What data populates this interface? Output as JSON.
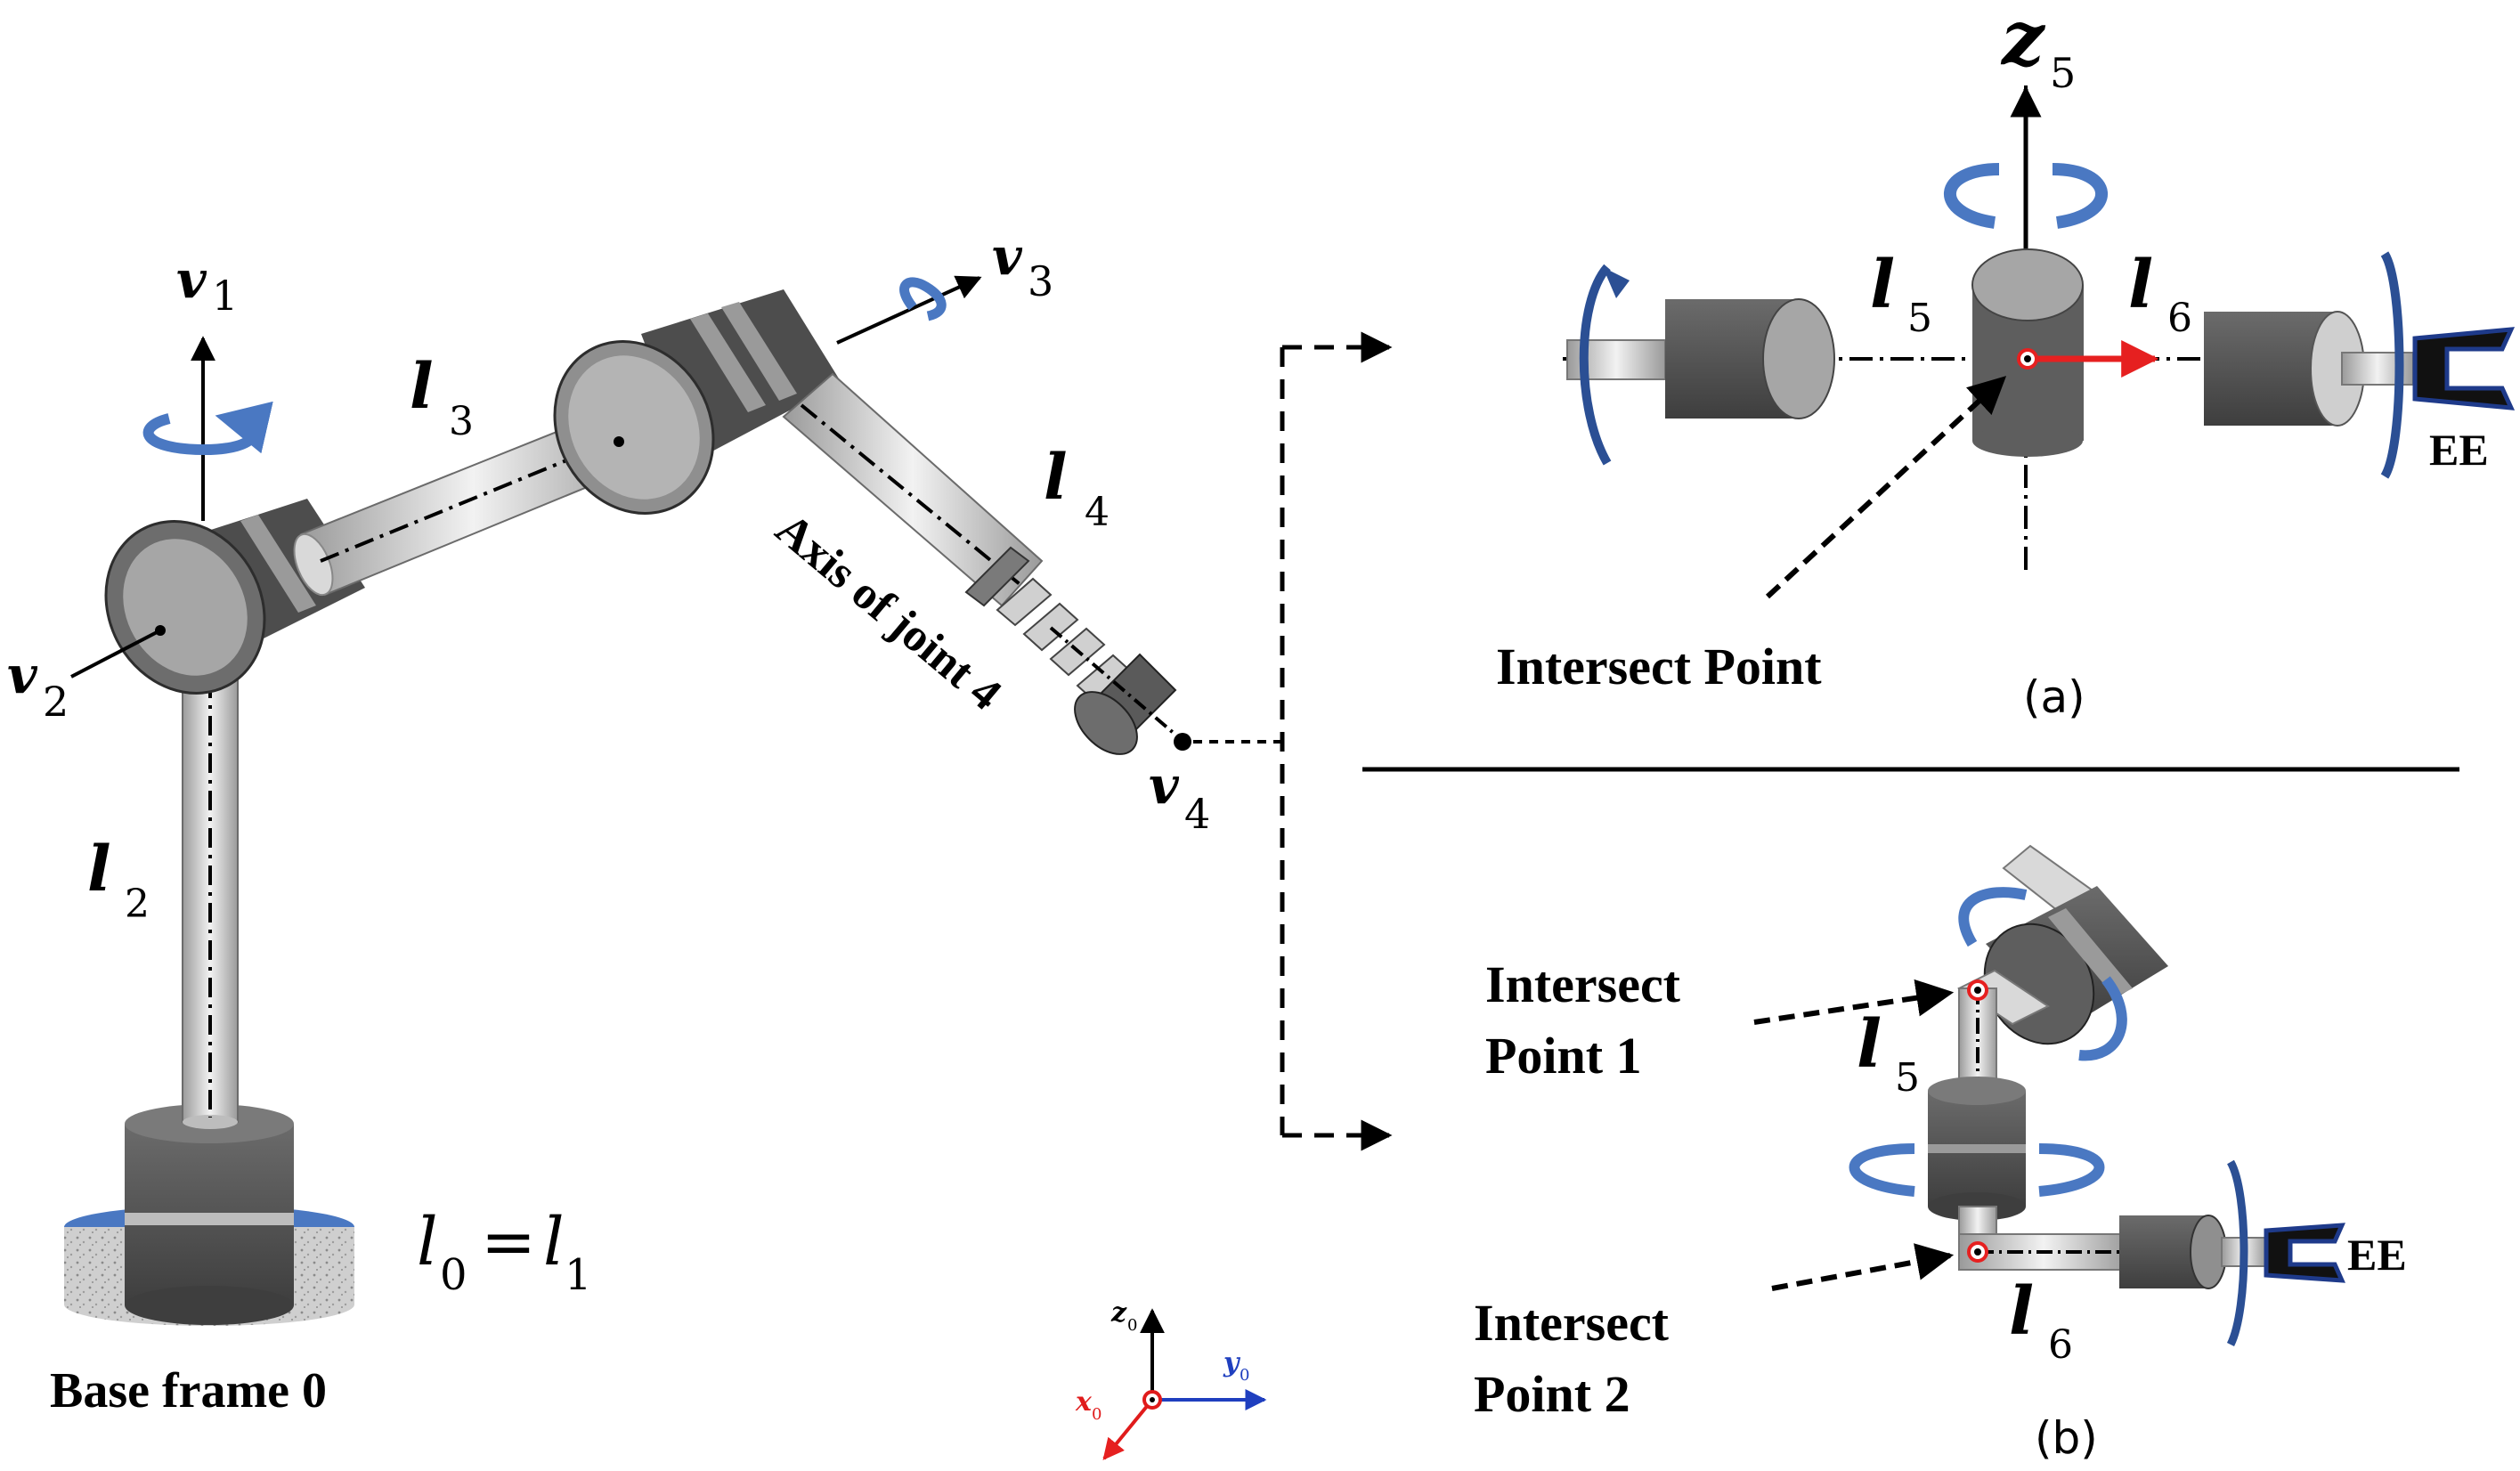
{
  "left_panel": {
    "joint_labels": {
      "v1": {
        "sym": "v",
        "sub": "1"
      },
      "v2": {
        "sym": "v",
        "sub": "2"
      },
      "v3": {
        "sym": "v",
        "sub": "3"
      },
      "v4": {
        "sym": "v",
        "sub": "4"
      }
    },
    "link_labels": {
      "l2": {
        "sym": "l",
        "sub": "2"
      },
      "l3": {
        "sym": "l",
        "sub": "3"
      },
      "l4": {
        "sym": "l",
        "sub": "4"
      }
    },
    "base_equation": {
      "l0": "l",
      "sub0": "0",
      "eq": "=",
      "l1": "l",
      "sub1": "1"
    },
    "axis_joint4_label": "Axis of joint 4",
    "base_frame_label": "Base frame 0"
  },
  "coordinate_frame": {
    "z": {
      "sym": "z",
      "sub": "0"
    },
    "y": {
      "sym": "y",
      "sub": "0"
    },
    "x": {
      "sym": "x",
      "sub": "0"
    },
    "colors": {
      "z": "#000000",
      "y": "#1f3fbf",
      "x": "#e01b1b"
    }
  },
  "panel_a": {
    "z_axis": {
      "sym": "z",
      "sub": "5"
    },
    "l5": {
      "sym": "l",
      "sub": "5"
    },
    "l6": {
      "sym": "l",
      "sub": "6"
    },
    "ee_label": "EE",
    "intersect_label": "Intersect Point",
    "caption": "(a)"
  },
  "panel_b": {
    "intersect1_line1": "Intersect",
    "intersect1_line2": "Point 1",
    "intersect2_line1": "Intersect",
    "intersect2_line2": "Point 2",
    "l5": {
      "sym": "l",
      "sub": "5"
    },
    "l6": {
      "sym": "l",
      "sub": "6"
    },
    "ee_label": "EE",
    "caption": "(b)"
  },
  "colors": {
    "rotation_arrow": "#4a78c2",
    "joint_dark": "#4d4d4d",
    "link_light": "#d9d9d9",
    "highlight_red": "#e62020",
    "gripper_blue": "#1e3a8a"
  }
}
